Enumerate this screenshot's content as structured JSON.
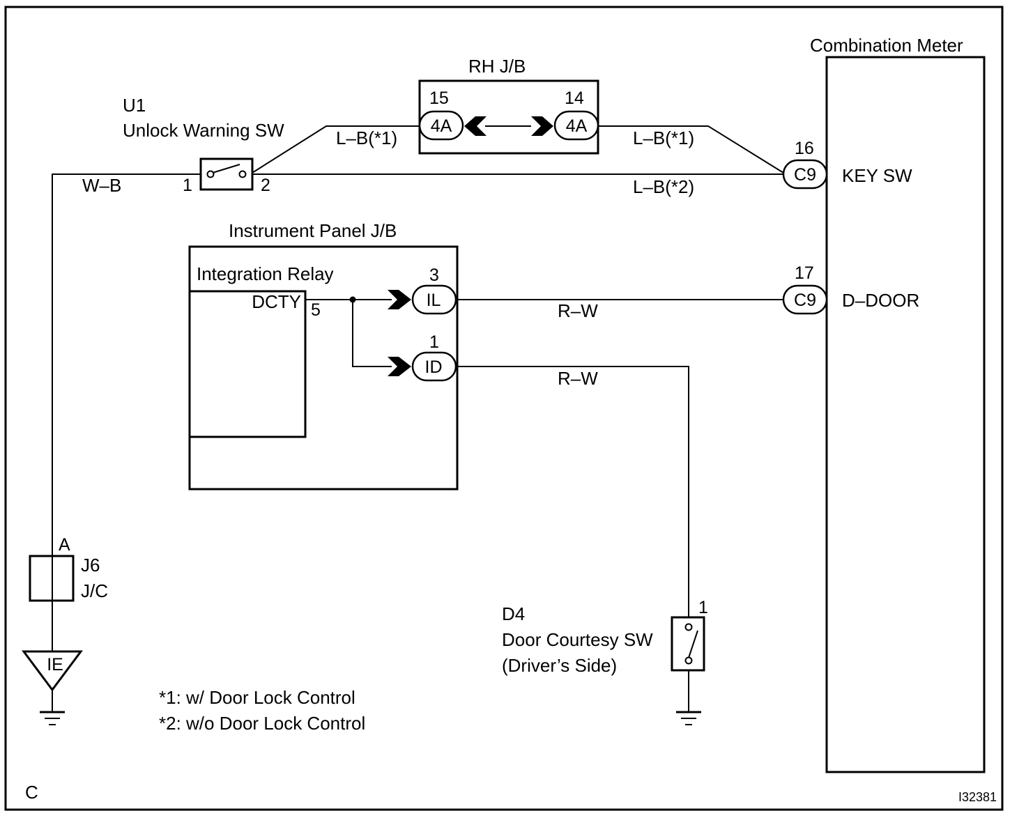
{
  "unlock_switch": {
    "code": "U1",
    "name": "Unlock Warning SW",
    "pin1": "1",
    "pin2": "2"
  },
  "rh_jb": {
    "name": "RH J/B",
    "pin_left": "15",
    "conn_left": "4A",
    "pin_right": "14",
    "conn_right": "4A"
  },
  "combination_meter": {
    "name": "Combination Meter",
    "key_sw": {
      "pin": "16",
      "conn": "C9",
      "label": "KEY SW"
    },
    "d_door": {
      "pin": "17",
      "conn": "C9",
      "label": "D–DOOR"
    }
  },
  "instrument_panel_jb": {
    "name": "Instrument Panel J/B",
    "relay_name": "Integration Relay",
    "relay_terminal": "DCTY",
    "relay_pin": "5",
    "conn_il": {
      "pin": "3",
      "label": "IL"
    },
    "conn_id": {
      "pin": "1",
      "label": "ID"
    }
  },
  "wires": {
    "w_b": "W–B",
    "lb1_left": "L–B(*1)",
    "lb1_right": "L–B(*1)",
    "lb2": "L–B(*2)",
    "rw_top": "R–W",
    "rw_bottom": "R–W"
  },
  "junction_connector": {
    "pin": "A",
    "code": "J6",
    "name": "J/C"
  },
  "ground_point": "IE",
  "door_switch": {
    "code": "D4",
    "name": "Door Courtesy SW",
    "side": "(Driver’s Side)",
    "pin": "1"
  },
  "notes": {
    "note1": "*1: w/ Door Lock Control",
    "note2": "*2: w/o Door Lock Control"
  },
  "corner_mark": "C",
  "figure_id": "I32381"
}
